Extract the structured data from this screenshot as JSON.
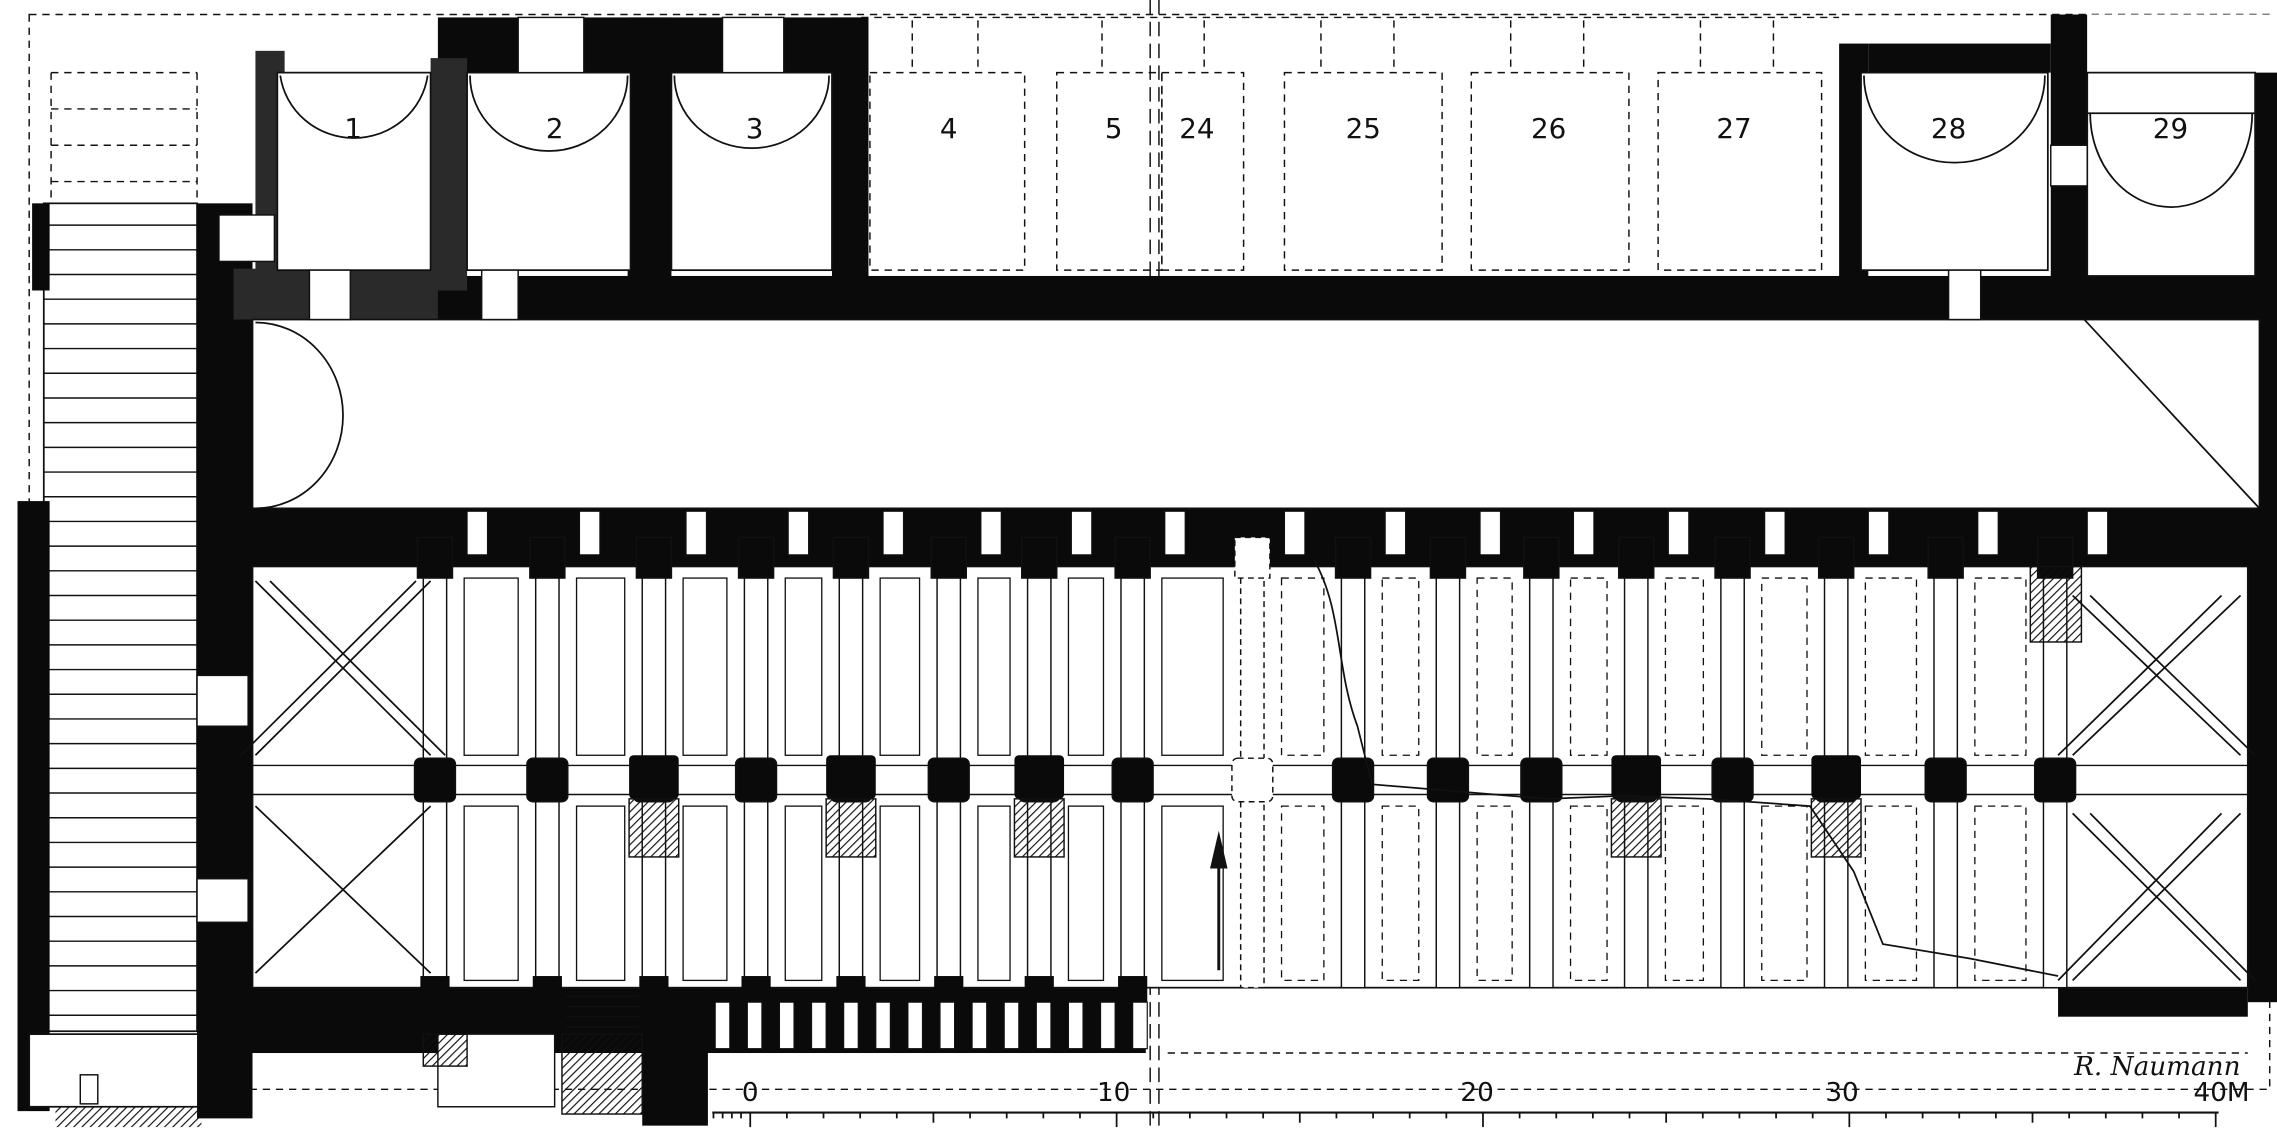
{
  "room_labels": [
    "1",
    "2",
    "3",
    "4",
    "5",
    "24",
    "25",
    "26",
    "27",
    "28",
    "29"
  ],
  "scale": {
    "ticks": [
      "0",
      "10",
      "20",
      "30",
      "40M"
    ]
  },
  "signature": "R. Naumann",
  "colors": {
    "wall": "#0a0a0a",
    "hatch_dark": "#1a1a1a",
    "paper": "#ffffff",
    "line": "#111111"
  },
  "symbols": {
    "north_arrow": "north-arrow-icon"
  }
}
